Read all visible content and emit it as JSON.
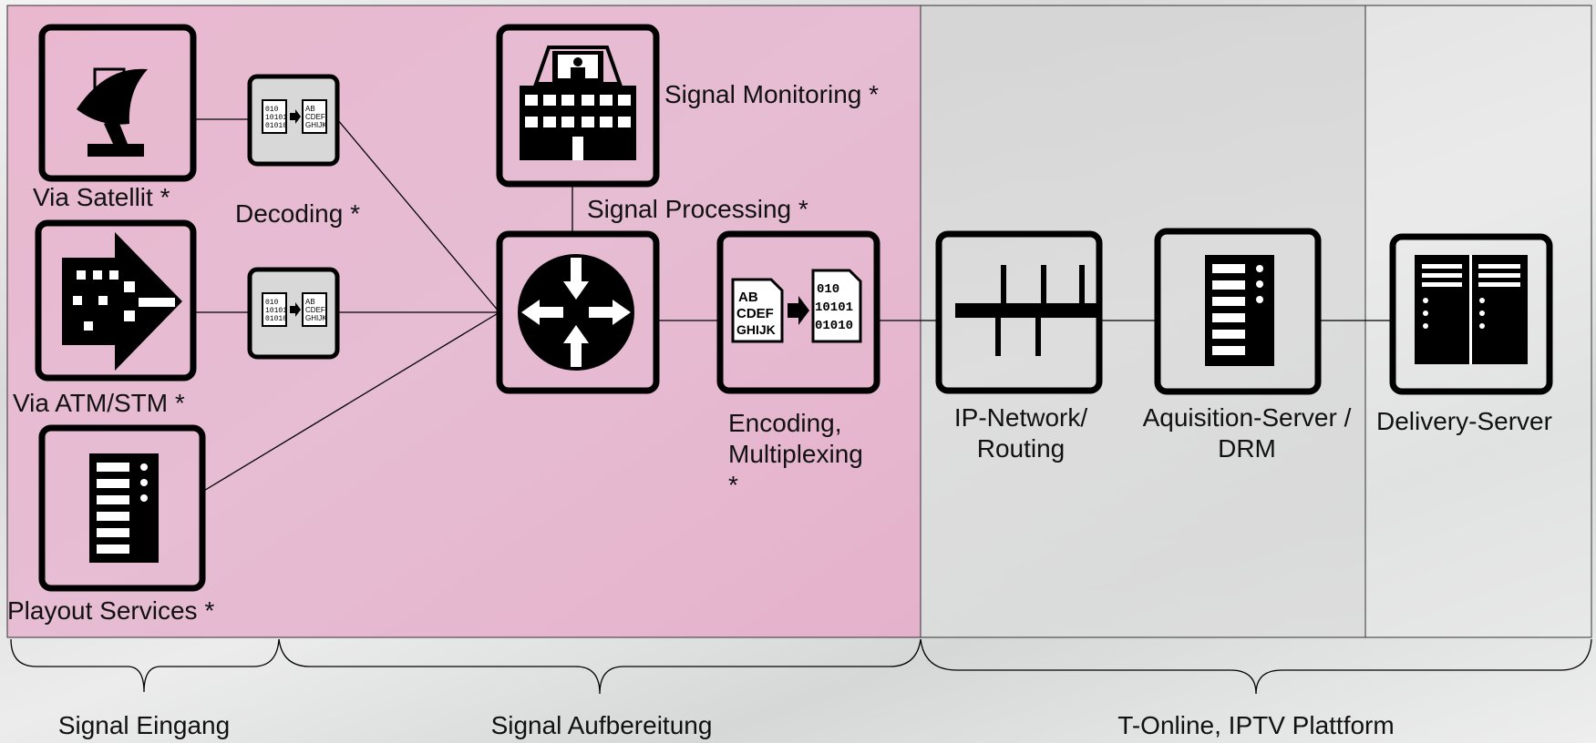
{
  "colors": {
    "signal_zone": "#e8b7cf",
    "platform_zone": "#d9d9d9",
    "icon_stroke": "#000000",
    "icon_fill": "#000000",
    "background": "#e6e6e6"
  },
  "nodes": {
    "satellite": {
      "label": "Via Satellit *",
      "icon": "satellite-dish-icon"
    },
    "decoding": {
      "label": "Decoding *",
      "icon": "decoding-icon"
    },
    "atm_stm": {
      "label": "Via  ATM/STM *",
      "icon": "atm-switch-icon"
    },
    "playout": {
      "label": "Playout Services *",
      "icon": "server-icon"
    },
    "monitoring": {
      "label": "Signal Monitoring *",
      "icon": "monitoring-building-icon"
    },
    "processing": {
      "label": "Signal Processing *",
      "icon": "router-icon"
    },
    "encoding": {
      "label": "Encoding,\nMultiplexing\n*",
      "icon": "encoding-icon"
    },
    "ip_network": {
      "label": "IP-Network/\nRouting",
      "icon": "network-bus-icon"
    },
    "acquisition": {
      "label": "Aquisition-Server /\nDRM",
      "icon": "server-icon"
    },
    "delivery": {
      "label": "Delivery-Server",
      "icon": "double-server-icon"
    }
  },
  "groups": {
    "eingang": "Signal Eingang",
    "aufbereitung": "Signal Aufbereitung",
    "plattform": "T-Online, IPTV Plattform"
  }
}
